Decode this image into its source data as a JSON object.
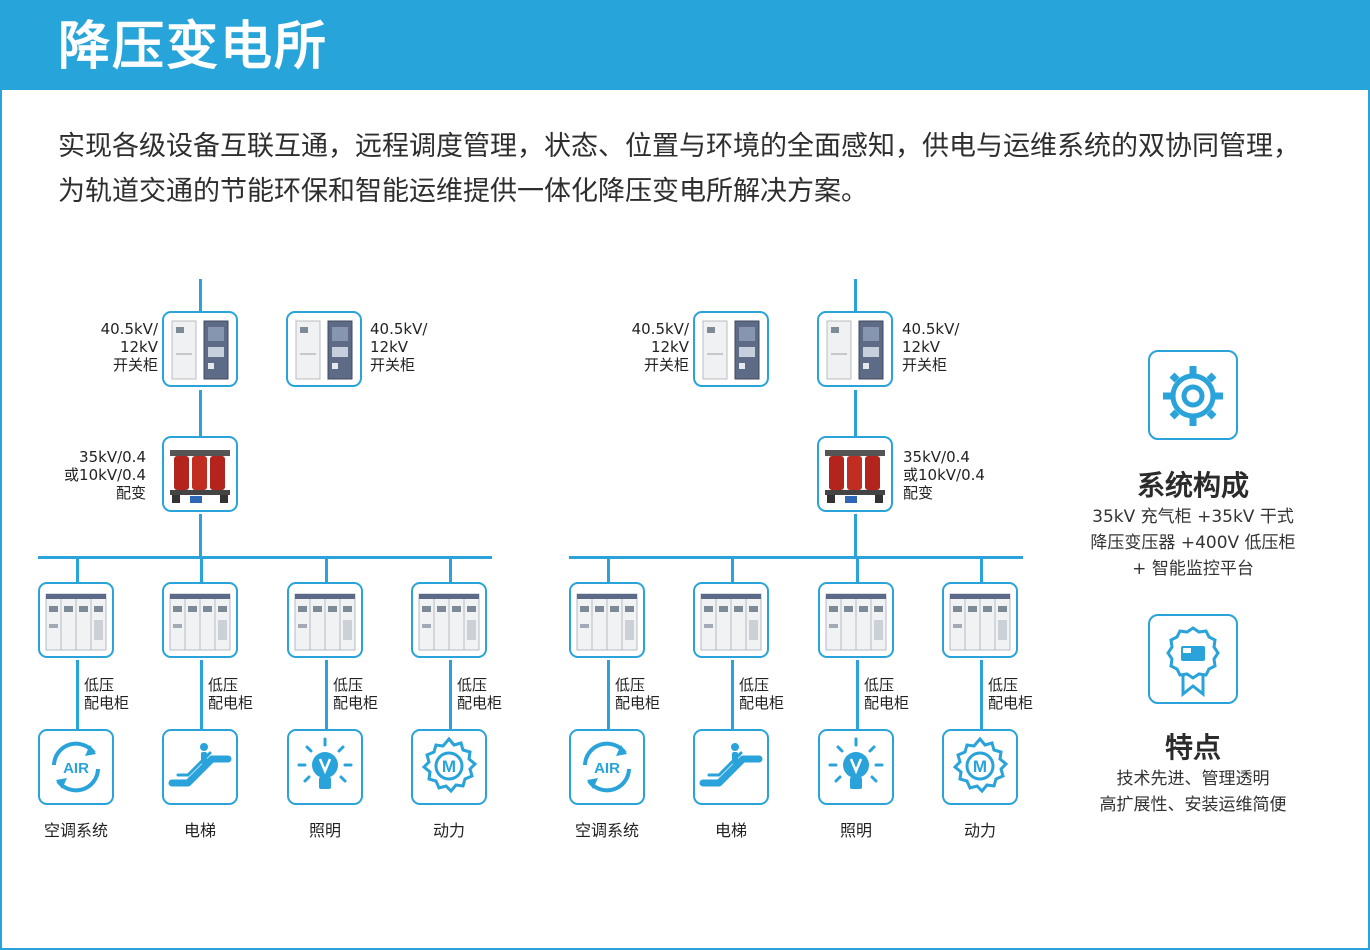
{
  "header": {
    "title": "降压变电所"
  },
  "intro": "实现各级设备互联互通，远程调度管理，状态、位置与环境的全面感知，供电与运维系统的双协同管理，为轨道交通的节能环保和智能运维提供一体化降压变电所解决方案。",
  "switchgear_label": [
    "40.5kV/",
    "12kV",
    "开关柜"
  ],
  "transformer_label": [
    "35kV/0.4",
    "或10kV/0.4",
    "配变"
  ],
  "lv_label": [
    "低压",
    "配电柜"
  ],
  "loads": [
    "空调系统",
    "电梯",
    "照明",
    "动力"
  ],
  "air_icon_text": "AIR",
  "motor_icon_text": "M",
  "features": {
    "system": {
      "title": "系统构成",
      "lines": [
        "35kV 充气柜 +35kV 干式",
        "降压变压器 +400V 低压柜",
        "+ 智能监控平台"
      ],
      "icon": "gear-icon"
    },
    "traits": {
      "title": "特点",
      "lines": [
        "技术先进、管理透明",
        "高扩展性、安装运维简便"
      ],
      "icon": "certificate-badge-icon"
    }
  },
  "colors": {
    "accent": "#29a3d9",
    "header_bg": "#27a4d9",
    "transformer_red": "#b3241c"
  }
}
